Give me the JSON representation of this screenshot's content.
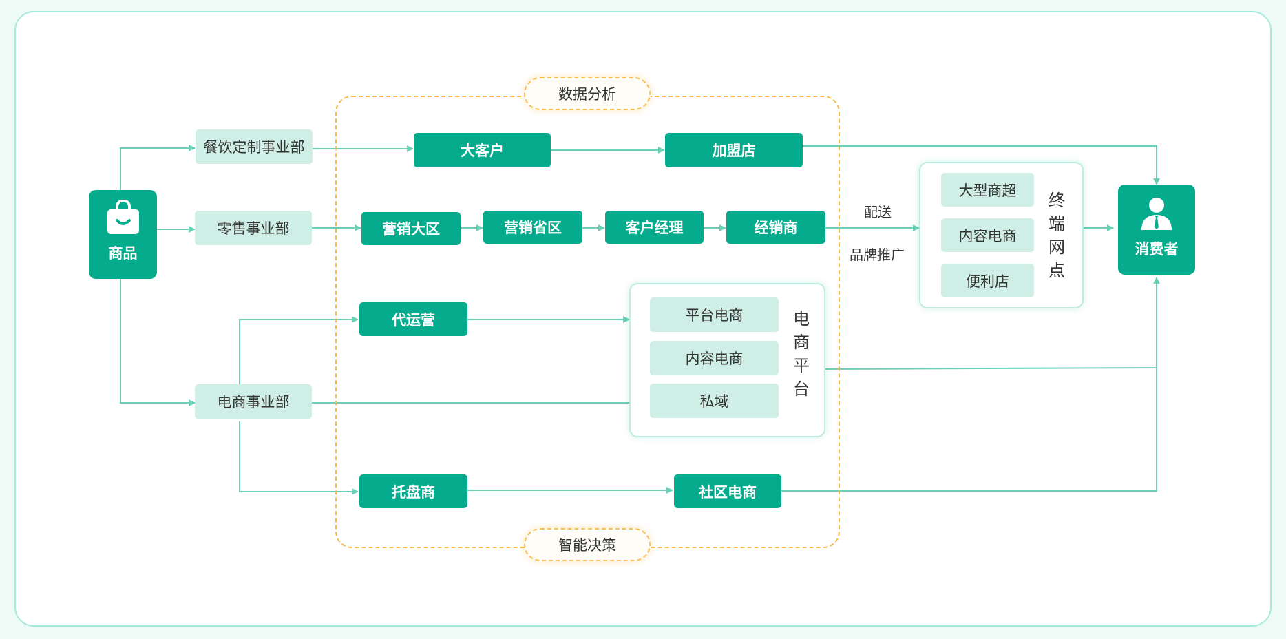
{
  "colors": {
    "primary": "#05ab8d",
    "light": "#cfeee6",
    "line": "#6ccfb7",
    "accent": "#f7ba48",
    "frame": "#a7e9db"
  },
  "source": {
    "label": "商品",
    "icon": "shopping-bag-icon"
  },
  "consumer": {
    "label": "消费者",
    "icon": "user-icon"
  },
  "divisions": {
    "catering": "餐饮定制事业部",
    "retail": "零售事业部",
    "ecommerce": "电商事业部"
  },
  "nodes": {
    "key_account": "大客户",
    "franchise": "加盟店",
    "marketing_region": "营销大区",
    "marketing_province": "营销省区",
    "account_manager": "客户经理",
    "distributor": "经销商",
    "agency_operation": "代运营",
    "tray_dealer": "托盘商",
    "community_ecommerce": "社区电商"
  },
  "ecommerce_platform": {
    "title": "电商平台",
    "items": [
      "平台电商",
      "内容电商",
      "私域"
    ]
  },
  "terminal_outlets": {
    "title": "终端网点",
    "items": [
      "大型商超",
      "内容电商",
      "便利店"
    ]
  },
  "edge_labels": {
    "delivery": "配送",
    "brand_promotion": "品牌推广"
  },
  "overlay": {
    "top": "数据分析",
    "bottom": "智能决策"
  }
}
